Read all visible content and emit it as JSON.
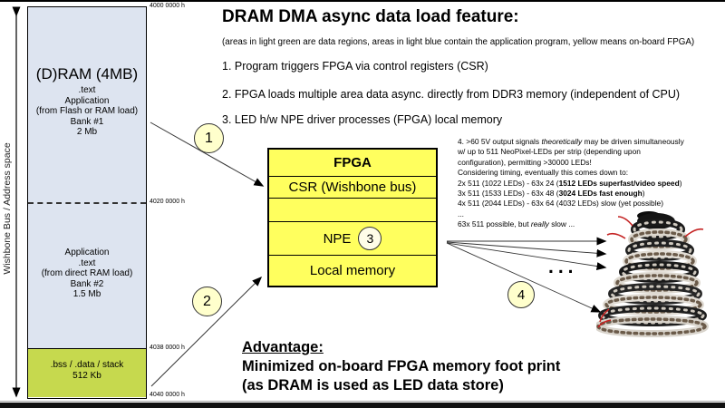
{
  "page": {
    "title": "DRAM DMA async data load feature:",
    "subtitle": "(areas in light green are data regions, areas in light blue contain the application program, yellow means on-board FPGA)"
  },
  "steps": [
    "1. Program triggers FPGA via control registers (CSR)",
    "2. FPGA loads multiple area data async. directly from DDR3 memory (independent of CPU)",
    "3. LED h/w NPE driver processes (FPGA) local memory"
  ],
  "axis": {
    "label": "Wishbone Bus / Address space"
  },
  "dram": {
    "title": "(D)RAM (4MB)",
    "bank1": [
      ".text",
      "Application",
      "(from Flash or RAM load)",
      "Bank #1",
      "2 Mb"
    ],
    "bank2": [
      "Application",
      ".text",
      "(from direct RAM load)",
      "Bank #2",
      "1.5 Mb"
    ],
    "bss": [
      ".bss / .data / stack",
      "512 Kb"
    ],
    "addr_top": "4000 0000 h",
    "addr_mid": "4020 0000 h",
    "addr_bss": "4038 0000 h",
    "addr_bottom": "4040 0000 h"
  },
  "fpga": {
    "title": "FPGA",
    "row_csr": "CSR (Wishbone bus)",
    "row_npe": "NPE",
    "row_mem": "Local memory"
  },
  "badges": {
    "b1": "1",
    "b2": "2",
    "b3": "3",
    "b4": "4"
  },
  "note": {
    "l1a": "4. >60 5V output signals ",
    "l1b": "theoretically",
    "l1c": " may be driven simultaneously",
    "l2": "w/ up to 511 NeoPixel-LEDs per strip (depending upon",
    "l3": "configuration), permitting >30000 LEDs!",
    "l4": "Considering timing, eventually this comes down to:",
    "l5a": "2x 511 (1022 LEDs) - 63x 24 (",
    "l5b": "1512 LEDs superfast/video speed",
    "l5c": ")",
    "l6a": "3x 511 (1533 LEDs) - 63x 48 (",
    "l6b": "3024 LEDs fast enough",
    "l6c": ")",
    "l7": "4x 511 (2044 LEDs) - 63x 64 (4032 LEDs) slow (yet possible)",
    "l8": "...",
    "l9a": "63x 511 possible, but ",
    "l9b": "really",
    "l9c": " slow ..."
  },
  "ellipsis": "...",
  "advantage": {
    "heading": "Advantage:",
    "line1": "Minimized on-board FPGA memory foot print",
    "line2": "(as DRAM is used as LED data store)"
  },
  "colors": {
    "app_light_blue": "#dde4f0",
    "data_light_green": "#c6d94e",
    "fpga_yellow": "#ffff5e",
    "badge_fill": "#ffffcc"
  }
}
